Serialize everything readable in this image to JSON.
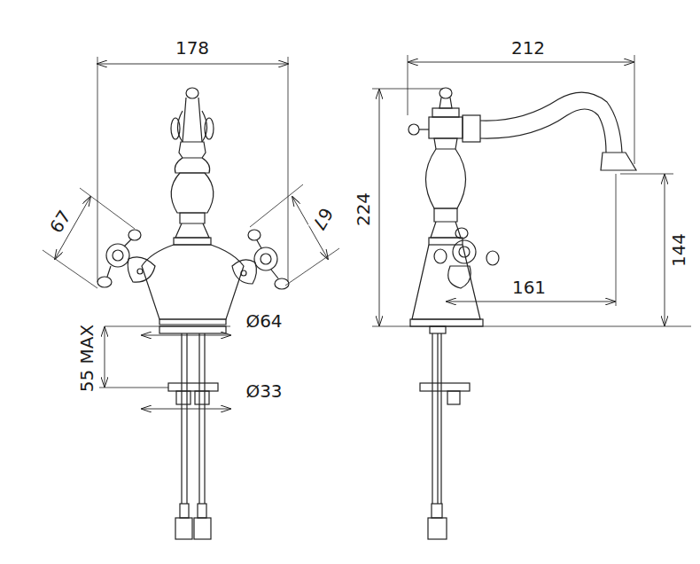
{
  "diagram": {
    "labels": [
      "178",
      "67",
      "67",
      "55 MAX",
      "Ø64",
      "Ø33",
      "212",
      "224",
      "144",
      "161"
    ]
  }
}
